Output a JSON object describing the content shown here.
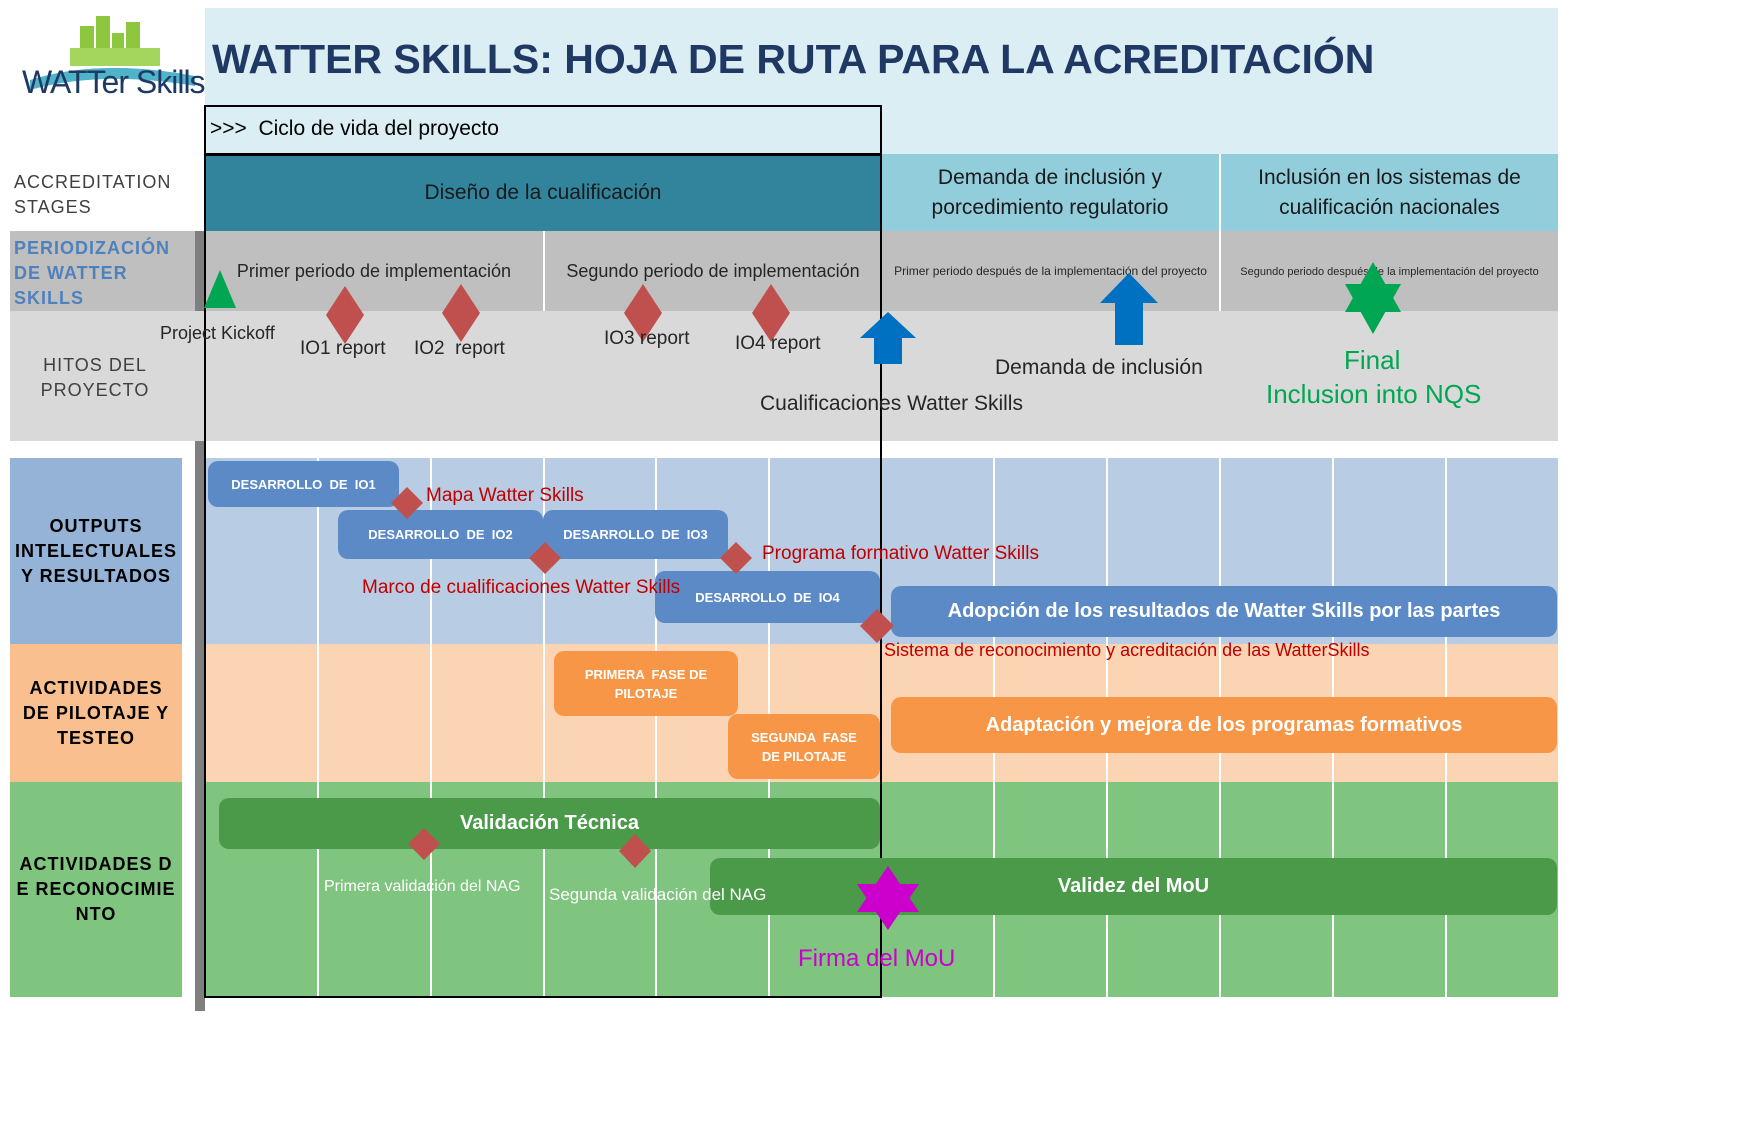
{
  "header": {
    "title": "WATTER SKILLS: HOJA DE RUTA PARA LA ACREDITACIÓN",
    "logo_text": "WATTer Skills",
    "project_cycle_label": ">>>  Ciclo de vida del proyecto"
  },
  "row_labels": {
    "stages": "ACCREDITATION STAGES",
    "periods": "PERIODIZACIÓN DE WATTER SKILLS",
    "milestones": "HITOS DEL PROYECTO",
    "outputs": "OUTPUTS INTELECTUALES Y RESULTADOS",
    "piloting": "ACTIVIDADES DE PILOTAJE Y TESTEO",
    "recognition": "ACTIVIDADES DE RECONOCIMIENTO"
  },
  "stages": [
    {
      "label": "Diseño de la cualificación"
    },
    {
      "label": "Demanda de inclusión y porcedimiento regulatorio"
    },
    {
      "label": "Inclusión en los sistemas de cualificación nacionales"
    }
  ],
  "periods": [
    {
      "label": "Primer periodo de implementación"
    },
    {
      "label": "Segundo periodo de implementación"
    },
    {
      "label": "Primer periodo después de la implementación del proyecto"
    },
    {
      "label": "Segundo periodo después de la implementación del proyecto"
    }
  ],
  "milestones": {
    "kickoff": "Project Kickoff",
    "io1": "IO1 report",
    "io2": "IO2  report",
    "io3": "IO3 report",
    "io4": "IO4 report",
    "qualifications": "Cualificaciones Watter Skills",
    "inclusion_demand": "Demanda de inclusión",
    "final_1": "Final",
    "final_2": "Inclusion into NQS"
  },
  "outputs": {
    "dev_io1": "DESARROLLO  DE  IO1",
    "dev_io2": "DESARROLLO  DE  IO2",
    "dev_io3": "DESARROLLO  DE  IO3",
    "dev_io4": "DESARROLLO  DE  IO4",
    "adoption": "Adopción de los resultados de Watter Skills por las partes",
    "map": "Mapa Watter Skills",
    "framework": "Marco de cualificaciones Watter Skills",
    "training_program": "Programa formativo Watter Skills",
    "recognition_system": "Sistema de reconocimiento y acreditación de las WatterSkills"
  },
  "piloting": {
    "phase1": "PRIMERA  FASE DE PILOTAJE",
    "phase2": "SEGUNDA  FASE DE PILOTAJE",
    "adaptation": "Adaptación y mejora de los programas formativos"
  },
  "recognition": {
    "technical_validation": "Validación Técnica",
    "first_nag": "Primera validación del NAG",
    "second_nag": "Segunda validación del NAG",
    "mou_validity": "Validez del MoU",
    "mou_signature": "Firma del MoU"
  },
  "colors": {
    "title": "#1f3864",
    "stage1": "#31849b",
    "stage2": "#92cddc",
    "period_bg": "#bfbfbf",
    "milestone_bg": "#d9d9d9",
    "outputs_bg": "#b8cce4",
    "outputs_bar": "#5b8ac6",
    "piloting_bg": "#fbd4b4",
    "piloting_bar": "#f79646",
    "recognition_bg": "#7fc47f",
    "recognition_bar": "#4a9a4a",
    "diamond": "#c0504d",
    "arrow": "#0070c0",
    "green_marker": "#00a651",
    "magenta": "#cc00cc"
  }
}
